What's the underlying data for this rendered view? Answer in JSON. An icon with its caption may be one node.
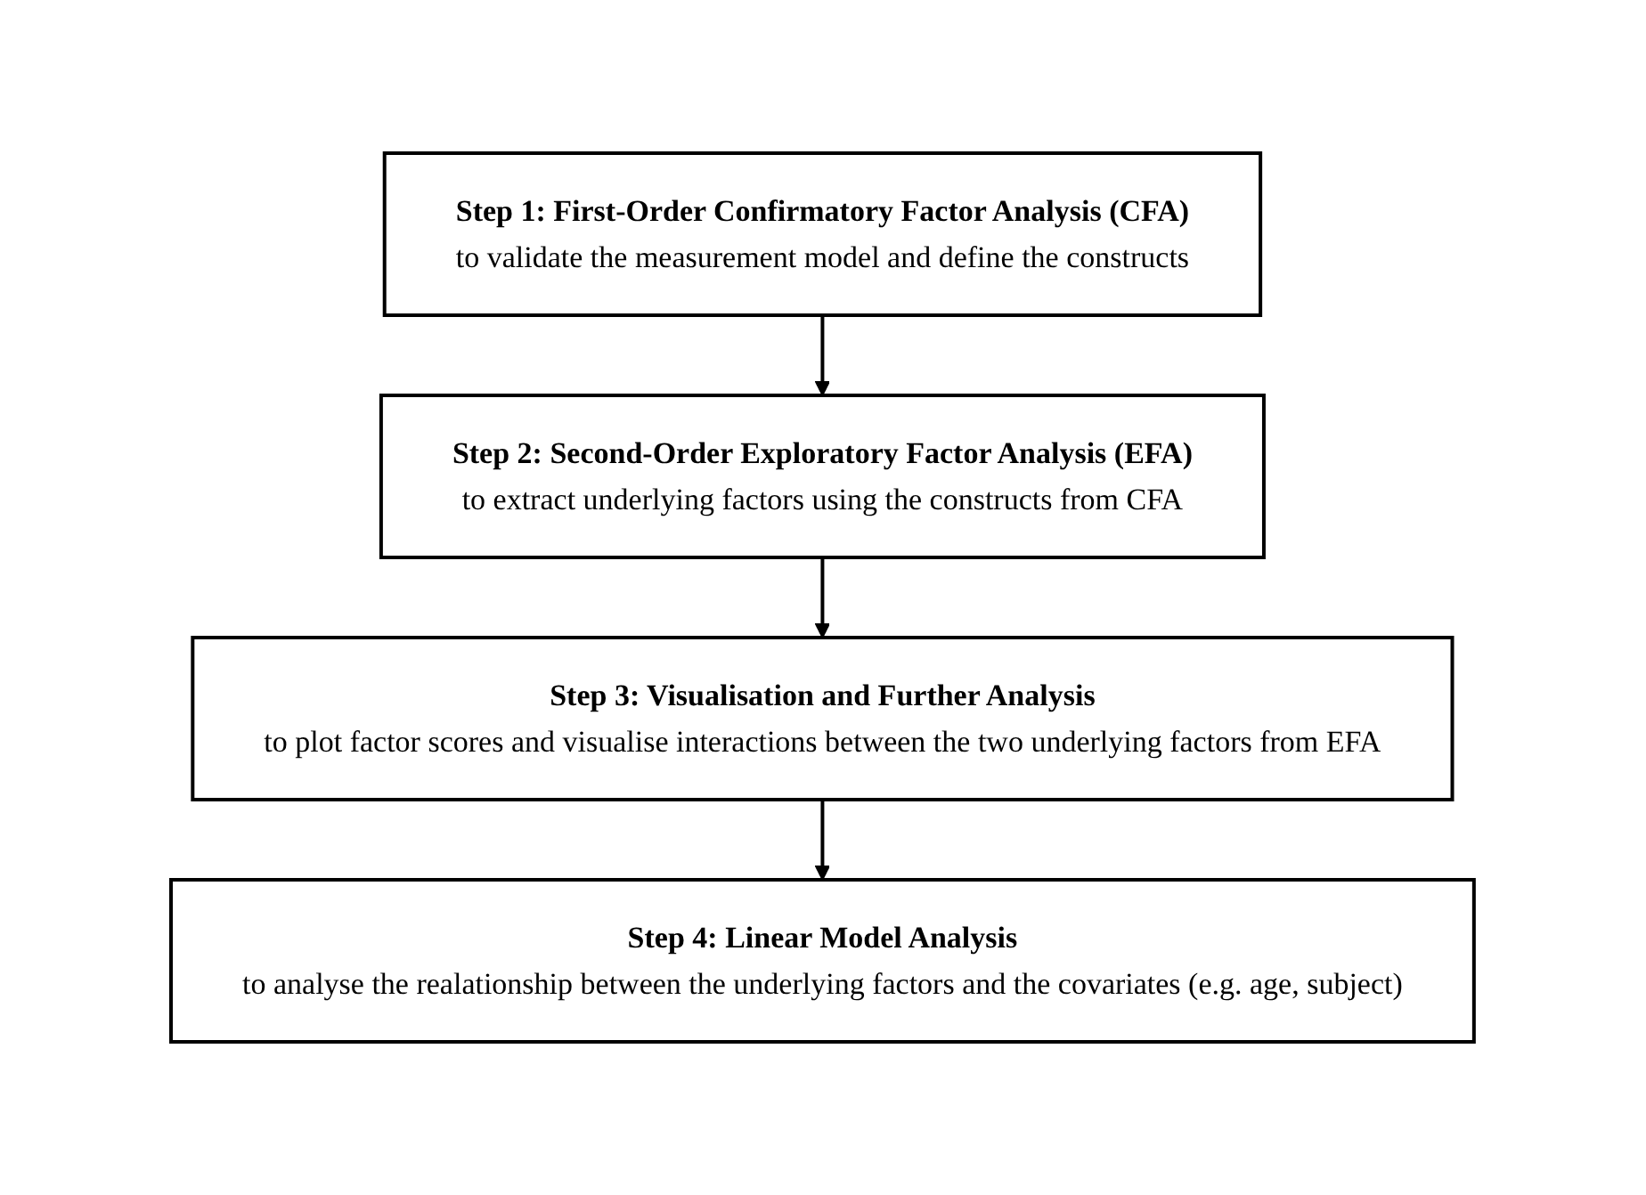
{
  "diagram": {
    "nodes": [
      {
        "text": [
          "Step 1: First-Order Confirmatory Factor Analysis (CFA)",
          "to validate the measurement model and define the constructs"
        ]
      },
      {
        "text": [
          "Step 2: Second-Order Exploratory Factor Analysis (EFA)",
          "to extract underlying factors using the constructs from CFA"
        ]
      },
      {
        "text": [
          "Step 3: Visualisation and Further Analysis",
          "to plot factor scores and visualise interactions between the two underlying factors from EFA"
        ]
      },
      {
        "text": [
          "Step 4: Linear Model Analysis",
          "to analyse the realationship between the underlying factors and the covariates (e.g. age, subject)"
        ]
      }
    ],
    "edges": [
      {
        "from": 0,
        "to": 1,
        "arrow": "to"
      },
      {
        "from": 1,
        "to": 2,
        "arrow": "to"
      },
      {
        "from": 2,
        "to": 3,
        "arrow": "to"
      }
    ]
  }
}
